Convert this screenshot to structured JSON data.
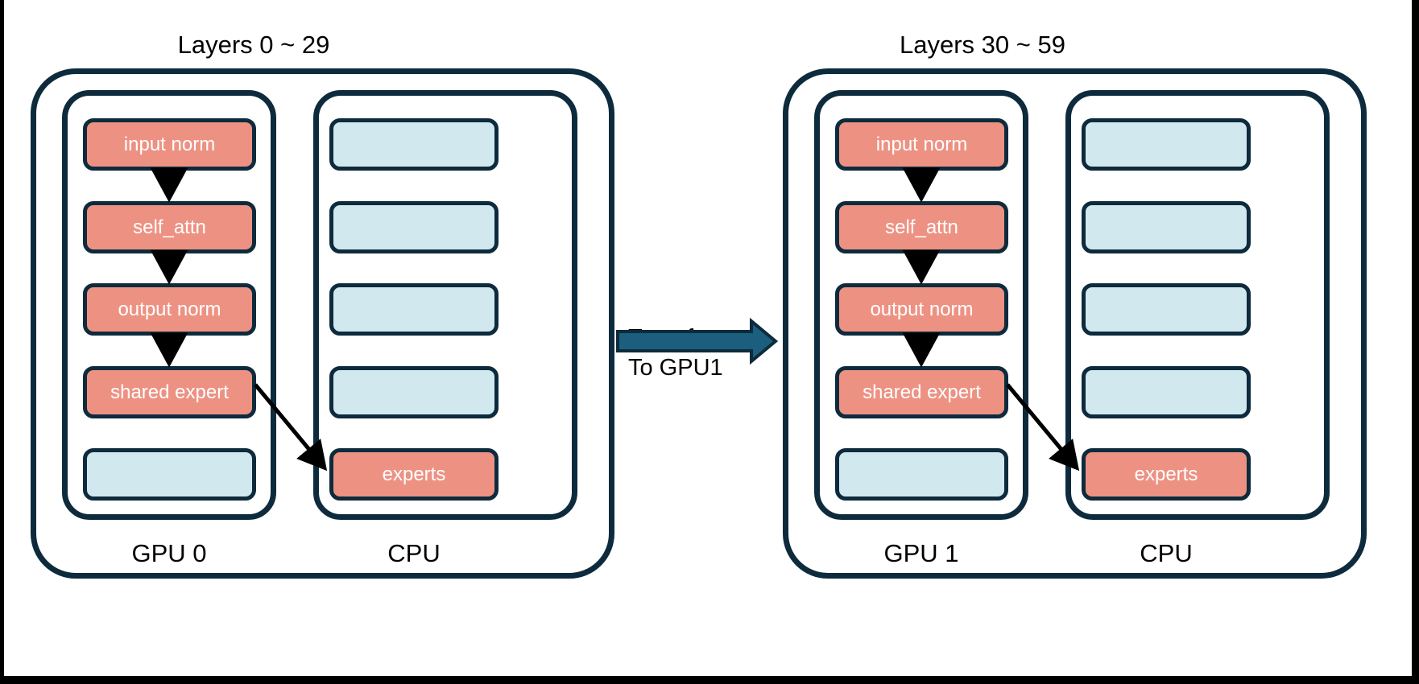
{
  "diagram": {
    "title_left": "Layers 0 ~ 29",
    "title_right": "Layers 30 ~ 59",
    "transfer_line1": "Transfer",
    "transfer_line2": "To GPU1",
    "colors": {
      "outline": "#0d2b3c",
      "salmon": "#ed9283",
      "light_blue": "#d2e8ef",
      "transfer_arrow": "#1b5e7e",
      "background": "#ffffff",
      "frame": "#000000",
      "text_on_block": "#ffffff",
      "text": "#000000"
    }
  },
  "panels": [
    {
      "id": "panel-left",
      "title": "Layers 0 ~ 29",
      "compute_label": "GPU 0",
      "memory_label": "CPU",
      "compute_blocks": [
        {
          "label": "input norm",
          "color": "salmon"
        },
        {
          "label": "self_attn",
          "color": "salmon"
        },
        {
          "label": "output norm",
          "color": "salmon"
        },
        {
          "label": "shared expert",
          "color": "salmon"
        },
        {
          "label": "",
          "color": "blue"
        }
      ],
      "memory_blocks": [
        {
          "label": "",
          "color": "blue"
        },
        {
          "label": "",
          "color": "blue"
        },
        {
          "label": "",
          "color": "blue"
        },
        {
          "label": "",
          "color": "blue"
        },
        {
          "label": "experts",
          "color": "salmon"
        }
      ]
    },
    {
      "id": "panel-right",
      "title": "Layers 30 ~ 59",
      "compute_label": "GPU 1",
      "memory_label": "CPU",
      "compute_blocks": [
        {
          "label": "input norm",
          "color": "salmon"
        },
        {
          "label": "self_attn",
          "color": "salmon"
        },
        {
          "label": "output norm",
          "color": "salmon"
        },
        {
          "label": "shared expert",
          "color": "salmon"
        },
        {
          "label": "",
          "color": "blue"
        }
      ],
      "memory_blocks": [
        {
          "label": "",
          "color": "blue"
        },
        {
          "label": "",
          "color": "blue"
        },
        {
          "label": "",
          "color": "blue"
        },
        {
          "label": "",
          "color": "blue"
        },
        {
          "label": "experts",
          "color": "salmon"
        }
      ]
    }
  ],
  "transfer": {
    "line1": "Transfer",
    "line2": "To GPU1",
    "direction": "left-to-right",
    "from": "GPU 0",
    "to": "GPU 1"
  }
}
